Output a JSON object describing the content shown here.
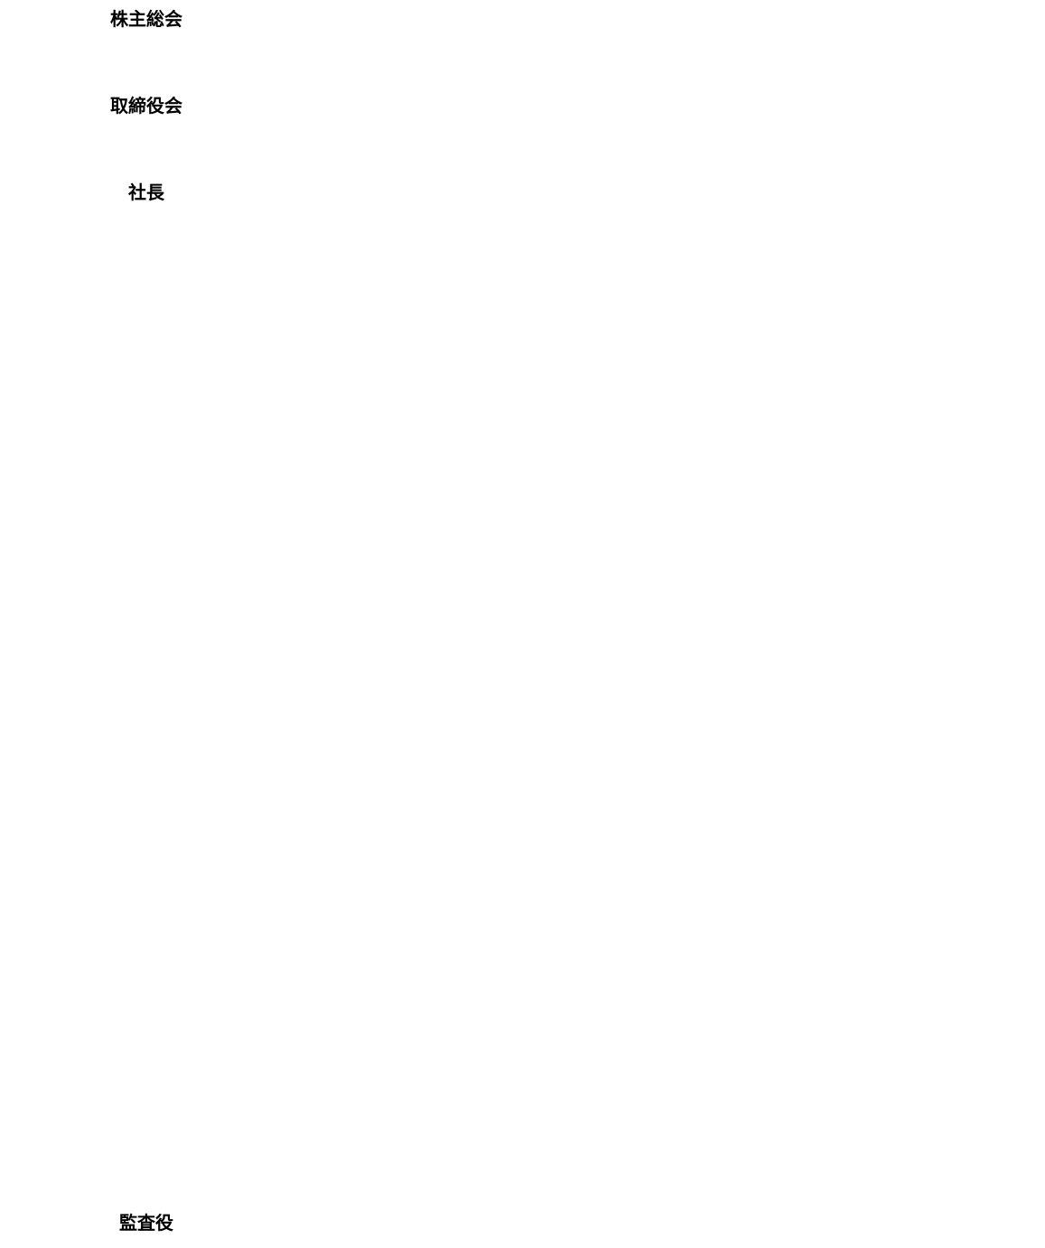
{
  "diagram": {
    "nodes": [
      {
        "id": "shareholders_meeting",
        "label": "株主総会"
      },
      {
        "id": "board_of_directors",
        "label": "取締役会"
      },
      {
        "id": "president",
        "label": "社長"
      },
      {
        "id": "auditor",
        "label": "監査役"
      }
    ]
  },
  "colors": {
    "background": "#ffffff",
    "text": "#000000"
  }
}
